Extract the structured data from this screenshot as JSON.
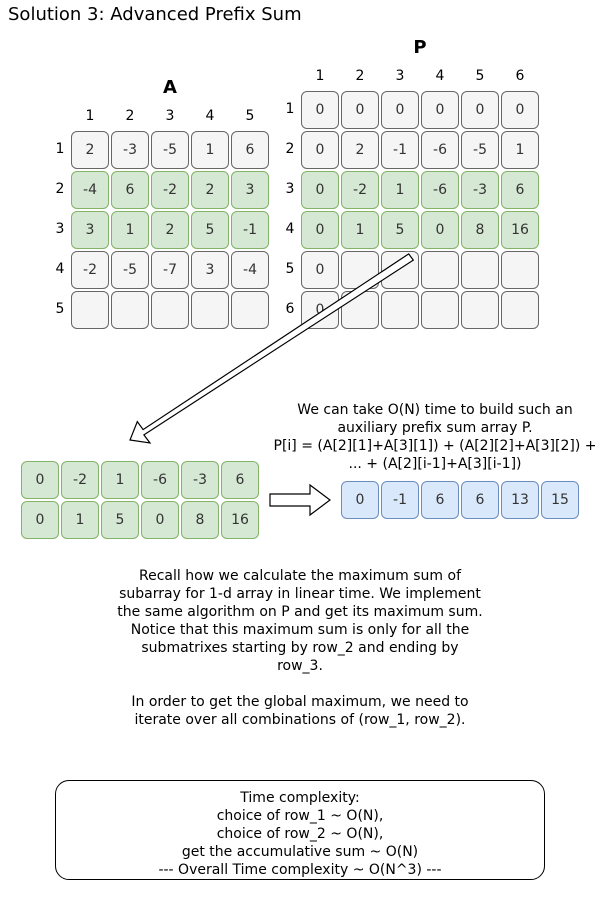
{
  "title": "Solution 3: Advanced Prefix Sum",
  "matrix_a": {
    "label": "A",
    "col_headers": [
      "1",
      "2",
      "3",
      "4",
      "5"
    ],
    "row_headers": [
      "1",
      "2",
      "3",
      "4",
      "5"
    ],
    "rows": [
      [
        "2",
        "-3",
        "-5",
        "1",
        "6"
      ],
      [
        "-4",
        "6",
        "-2",
        "2",
        "3"
      ],
      [
        "3",
        "1",
        "2",
        "5",
        "-1"
      ],
      [
        "-2",
        "-5",
        "-7",
        "3",
        "-4"
      ],
      [
        "",
        "",
        "",
        "",
        ""
      ]
    ],
    "highlight_rows": [
      1,
      2
    ]
  },
  "matrix_p": {
    "label": "P",
    "col_headers": [
      "1",
      "2",
      "3",
      "4",
      "5",
      "6"
    ],
    "row_headers": [
      "1",
      "2",
      "3",
      "4",
      "5",
      "6"
    ],
    "rows": [
      [
        "0",
        "0",
        "0",
        "0",
        "0",
        "0"
      ],
      [
        "0",
        "2",
        "-1",
        "-6",
        "-5",
        "1"
      ],
      [
        "0",
        "-2",
        "1",
        "-6",
        "-3",
        "6"
      ],
      [
        "0",
        "1",
        "5",
        "0",
        "8",
        "16"
      ],
      [
        "0",
        "",
        "",
        "",
        "",
        ""
      ],
      [
        "0",
        "",
        "",
        "",
        "",
        ""
      ]
    ],
    "highlight_rows": [
      2,
      3
    ]
  },
  "extracted": {
    "rows": [
      [
        "0",
        "-2",
        "1",
        "-6",
        "-3",
        "6"
      ],
      [
        "0",
        "1",
        "5",
        "0",
        "8",
        "16"
      ]
    ]
  },
  "prefix_array": [
    "0",
    "-1",
    "6",
    "6",
    "13",
    "15"
  ],
  "explanation_1": "We can take O(N) time to build such an\nauxiliary prefix sum array P.\nP[i] = (A[2][1]+A[3][1]) + (A[2][2]+A[3][2]) +\n... + (A[2][i-1]+A[3][i-1])",
  "explanation_2": "Recall how we calculate the maximum sum of\nsubarray for 1-d array in linear time. We implement\nthe same algorithm on P and get its maximum sum.\nNotice that this maximum sum is only for all the\nsubmatrixes starting by row_2 and ending by\nrow_3.\n\nIn order to get the global maximum, we need to\niterate over all combinations of (row_1, row_2).",
  "complexity": {
    "lines": [
      "Time complexity:",
      "choice of row_1 ~ O(N),",
      "choice of row_2 ~ O(N),",
      "get the accumulative sum ~ O(N)",
      "--- Overall Time complexity ~ O(N^3) ---"
    ]
  },
  "colors": {
    "highlight_fill": "#d5e8d4",
    "highlight_border": "#82b366",
    "result_fill": "#dae8fc",
    "result_border": "#6c8ebf",
    "cell_fill": "#f5f5f5",
    "cell_border": "#666666"
  }
}
